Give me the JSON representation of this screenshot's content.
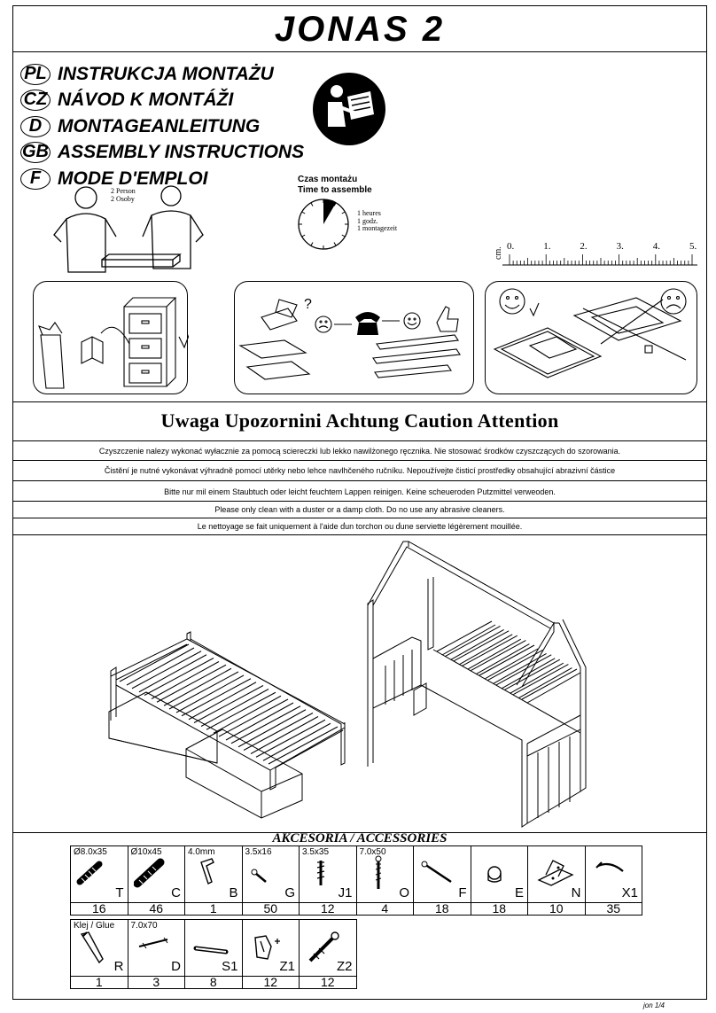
{
  "title": "JONAS 2",
  "languages": [
    {
      "code": "PL",
      "text": "INSTRUKCJA MONTAŻU"
    },
    {
      "code": "CZ",
      "text": "NÁVOD K MONTÁŽI"
    },
    {
      "code": "D",
      "text": "MONTAGEANLEITUNG"
    },
    {
      "code": "GB",
      "text": "ASSEMBLY INSTRUCTIONS"
    },
    {
      "code": "F",
      "text": "MODE D'EMPLOI"
    }
  ],
  "persons": {
    "line1": "2 Person",
    "line2": "2 Osoby"
  },
  "assembly_time": {
    "label_pl": "Czas montażu",
    "label_en": "Time to assemble",
    "line1": "1 heures",
    "line2": "1 godz.",
    "line3": "1 montagezeit"
  },
  "ruler": {
    "unit": "cm.",
    "ticks": [
      "0.",
      "1.",
      "2.",
      "3.",
      "4.",
      "5."
    ]
  },
  "question_mark": "?",
  "caution_heading": "Uwaga  Upozornini Achtung  Caution  Attention",
  "cleaning": [
    "Czyszczenie nalezy wykonać wyłacznie za pomocą sciereczki lub lekko nawilżonego ręcznika. Nie stosować środków czyszczących do szorowania.",
    "Čistění je nutné vykonávat výhradně pomocí utěrky nebo lehce navlhčeného ručníku. Nepoužívejte čisticí prostředky obsahující abrazivní částice",
    "Bitte nur mil einem Staubtuch oder leicht feuchtem Lappen reinigen. Keine scheueroden Putzmittel verweoden.",
    "Please only clean with a duster or a damp cloth. Do no use any abrasive cleaners.",
    "Le nettoyage se fait uniquement à l'aide d̕un torchon ou d̕une serviette légèrement mouillée."
  ],
  "accessories_title": "AKCESORIA / ACCESSORIES",
  "accessories_row1": [
    {
      "size": "Ø8.0x35",
      "code": "T",
      "qty": "16",
      "icon": "dowel-icon"
    },
    {
      "size": "Ø10x45",
      "code": "C",
      "qty": "46",
      "icon": "dowel-large-icon"
    },
    {
      "size": "4.0mm",
      "code": "B",
      "qty": "1",
      "icon": "allen-key-icon"
    },
    {
      "size": "3.5x16",
      "code": "G",
      "qty": "50",
      "icon": "short-screw-icon"
    },
    {
      "size": "3.5x35",
      "code": "J1",
      "qty": "12",
      "icon": "screw-icon"
    },
    {
      "size": "7.0x50",
      "code": "O",
      "qty": "4",
      "icon": "long-screw-icon"
    },
    {
      "size": "",
      "code": "F",
      "qty": "18",
      "icon": "bolt-icon"
    },
    {
      "size": "",
      "code": "E",
      "qty": "18",
      "icon": "cam-lock-icon"
    },
    {
      "size": "",
      "code": "N",
      "qty": "10",
      "icon": "bracket-icon"
    },
    {
      "size": "",
      "code": "X1",
      "qty": "35",
      "icon": "nail-icon"
    }
  ],
  "accessories_row2": [
    {
      "size": "Klej / Glue",
      "code": "R",
      "qty": "1",
      "icon": "glue-icon"
    },
    {
      "size": "7.0x70",
      "code": "D",
      "qty": "3",
      "icon": "pin-icon"
    },
    {
      "size": "",
      "code": "S1",
      "qty": "8",
      "icon": "rod-icon"
    },
    {
      "size": "",
      "code": "Z1",
      "qty": "12",
      "icon": "clip-icon"
    },
    {
      "size": "",
      "code": "Z2",
      "qty": "12",
      "icon": "connector-icon"
    }
  ],
  "footer": "jon  1/4"
}
